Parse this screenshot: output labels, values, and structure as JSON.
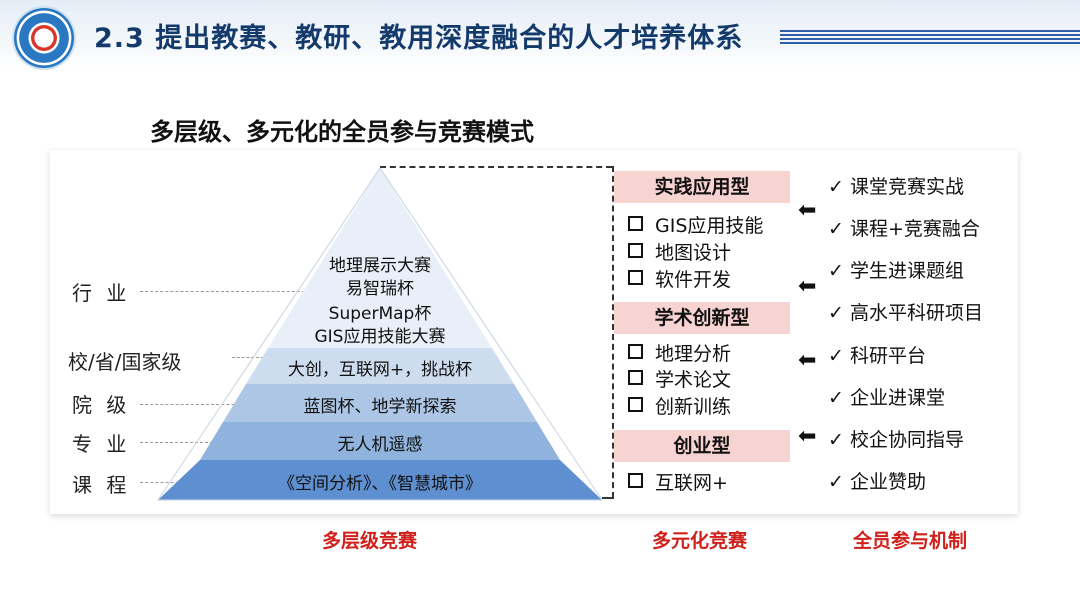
{
  "header": {
    "title": "2.3 提出教赛、教研、教用深度融合的人才培养体系"
  },
  "subtitle": "多层级、多元化的全员参与竞赛模式",
  "levels": [
    "行 业",
    "校/省/国家级",
    "院 级",
    "专 业",
    "课 程"
  ],
  "pyramid": {
    "top_lines": [
      "地理展示大赛",
      "易智瑞杯",
      "SuperMap杯",
      "GIS应用技能大赛"
    ],
    "tier2": "大创，互联网+，挑战杯",
    "tier3": "蓝图杯、地学新探索",
    "tier4": "无人机遥感",
    "tier5": "《空间分析》、《智慧城市》",
    "colors": [
      "#e9eff8",
      "#cddcee",
      "#adc6e6",
      "#8fb3dd",
      "#5e8fd0"
    ]
  },
  "categories": [
    {
      "title": "实践应用型",
      "items": [
        "GIS应用技能",
        "地图设计",
        "软件开发"
      ]
    },
    {
      "title": "学术创新型",
      "items": [
        "地理分析",
        "学术论文",
        "创新训练"
      ]
    },
    {
      "title": "创业型",
      "items": [
        "互联网+"
      ]
    }
  ],
  "mechanisms": [
    "课堂竞赛实战",
    "课程+竞赛融合",
    "学生进课题组",
    "高水平科研项目",
    "科研平台",
    "企业进课堂",
    "校企协同指导",
    "企业赞助"
  ],
  "check_glyph": "✓",
  "arrow_glyph": "⬅",
  "footer": {
    "left": "多层级竞赛",
    "middle": "多元化竞赛",
    "right": "全员参与机制"
  }
}
